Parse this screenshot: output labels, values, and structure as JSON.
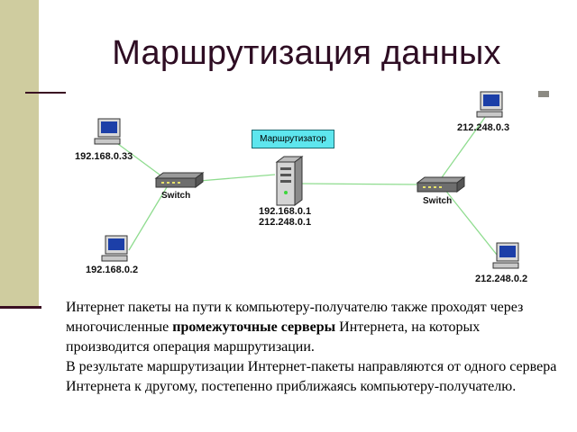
{
  "slide": {
    "title": "Маршрутизация данных"
  },
  "diagram": {
    "router_label": "Маршрутизатор",
    "switch_left": "Switch",
    "switch_right": "Switch",
    "pc_top_left": "192.168.0.33",
    "pc_bottom_left": "192.168.0.2",
    "pc_top_right": "212.248.0.3",
    "pc_bottom_right": "212.248.0.2",
    "server_ip_1": "192.168.0.1",
    "server_ip_2": "212.248.0.1",
    "colors": {
      "link": "#8fdc8f",
      "router_box": "#5ee6ee",
      "monitor_screen": "#1c3fa8"
    }
  },
  "text": {
    "p1_before": "Интернет пакеты на пути к компьютеру-получателю также проходят через многочисленные ",
    "p1_bold": "промежуточные серверы",
    "p1_after": " Интернета, на которых производится операция маршрутизации.",
    "p2": "В результате маршрутизации Интернет-пакеты направляются от одного сервера Интернета к другому, постепенно приближаясь компьютеру-получателю."
  }
}
